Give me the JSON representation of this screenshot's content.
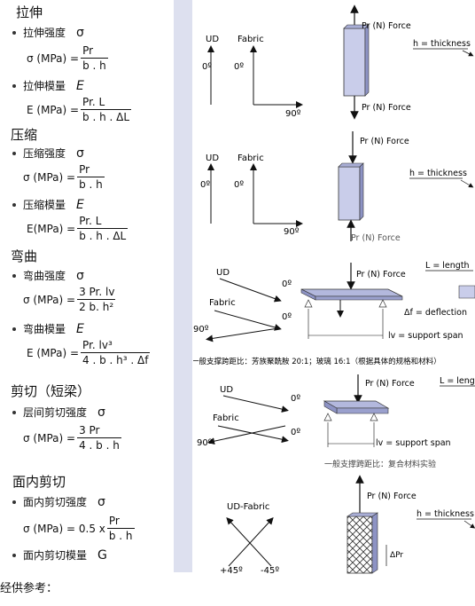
{
  "sections": {
    "tension": {
      "title": "拉伸",
      "strength": {
        "label": "拉伸强度",
        "symbol": "σ",
        "lhs": "σ (MPa) =",
        "num": "Pr",
        "den": "b . h"
      },
      "modulus": {
        "label": "拉伸模量",
        "symbol": "E",
        "lhs": "E (MPa) =",
        "num": "Pr. L",
        "den": "b . h . ΔL"
      }
    },
    "compression": {
      "title": "压缩",
      "strength": {
        "label": "压缩强度",
        "symbol": "σ",
        "lhs": "σ (MPa) =",
        "num": "Pr",
        "den": "b . h"
      },
      "modulus": {
        "label": "压缩模量",
        "symbol": "E",
        "lhs": "E(MPa) =",
        "num": "Pr. L",
        "den": "b . h . ΔL"
      }
    },
    "flexure": {
      "title": "弯曲",
      "strength": {
        "label": "弯曲强度",
        "symbol": "σ",
        "lhs": "σ (MPa) =",
        "num": "3 Pr. lv",
        "den": "2 b. h²"
      },
      "modulus": {
        "label": "弯曲模量",
        "symbol": "E",
        "lhs": "E (MPa) =",
        "num": "Pr. lv³",
        "den": "4 . b . h³ . Δf"
      }
    },
    "shear": {
      "title": "剪切（短梁）",
      "strength": {
        "label": "层间剪切强度",
        "symbol": "σ",
        "lhs": "σ (MPa) =",
        "num": "3 Pr",
        "den": "4 . b . h"
      }
    },
    "inplane_shear": {
      "title": "面内剪切",
      "strength": {
        "label": "面内剪切强度",
        "symbol": "σ",
        "lhs": "σ (MPa) = 0.5 x",
        "num": "Pr",
        "den": "b . h"
      },
      "modulus": {
        "label": "面内剪切模量",
        "symbol": "G"
      }
    }
  },
  "figures": {
    "tension": {
      "ud": "UD",
      "fabric": "Fabric",
      "zero1": "0º",
      "zero2": "0º",
      "ninety": "90º",
      "force_top": "Pr (N) Force",
      "force_bottom": "Pr (N) Force",
      "thickness": "h = thickness"
    },
    "compression": {
      "ud": "UD",
      "fabric": "Fabric",
      "zero1": "0º",
      "zero2": "0º",
      "ninety": "90º",
      "force_top": "Pr (N) Force",
      "thickness": "h = thickness",
      "bottom_caption": "Pr (N) Force"
    },
    "flexure": {
      "ud": "UD",
      "fabric": "Fabric",
      "zero1": "0º",
      "zero2": "0º",
      "ninety": "90º",
      "force": "Pr (N) Force",
      "length": "L = length",
      "deflection": "Δf = deflection",
      "support": "lv = support span",
      "note": "一般支撑跨距比：芳族聚酰胺 20:1；玻璃 16:1（根据具体的规格和材料）"
    },
    "shear": {
      "ud": "UD",
      "fabric": "Fabric",
      "zero1": "0º",
      "zero2": "0º",
      "ninety": "90º",
      "force": "Pr (N) Force",
      "length": "L = length",
      "support": "lv = support span",
      "note": "一般支撑跨距比：复合材料实验"
    },
    "inplane_shear": {
      "label": "UD-Fabric",
      "plus45": "+45º",
      "minus45": "-45º",
      "force": "Pr (N) Force",
      "thickness": "h = thickness",
      "delta": "ΔPr"
    }
  },
  "footer": "经供参考："
}
